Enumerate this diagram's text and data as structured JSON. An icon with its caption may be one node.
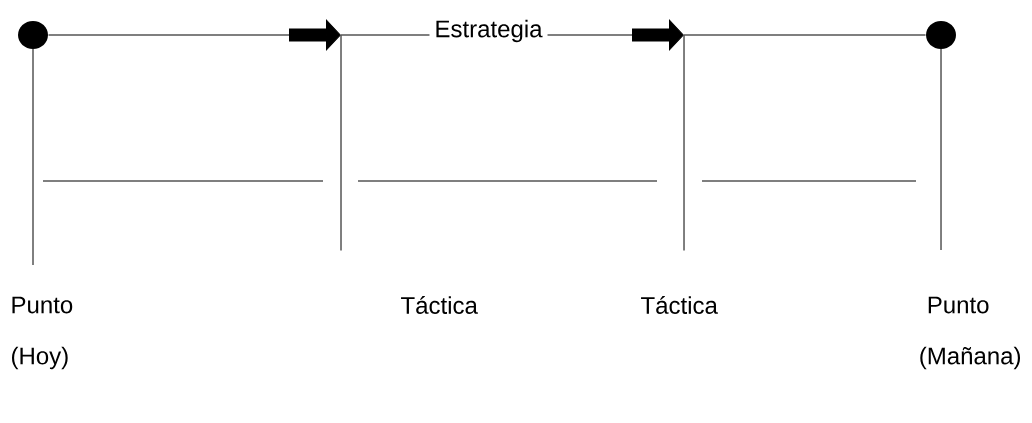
{
  "diagram": {
    "nodes": [
      {
        "text": [],
        "shape": "circle"
      },
      {
        "text": [],
        "shape": "bar"
      },
      {
        "text": [],
        "shape": "bar"
      },
      {
        "text": [],
        "shape": "circle"
      }
    ],
    "edges": [
      {
        "from": 0,
        "to": 1,
        "arrow": "to"
      },
      {
        "from": 1,
        "to": 2,
        "arrow": "to",
        "label": "Estrategia"
      },
      {
        "from": 2,
        "to": 3,
        "arrow": "none"
      }
    ],
    "labels": [
      "Punto",
      "Táctica",
      "Táctica",
      "Punto",
      "(Hoy)",
      "(Mañana)"
    ]
  }
}
